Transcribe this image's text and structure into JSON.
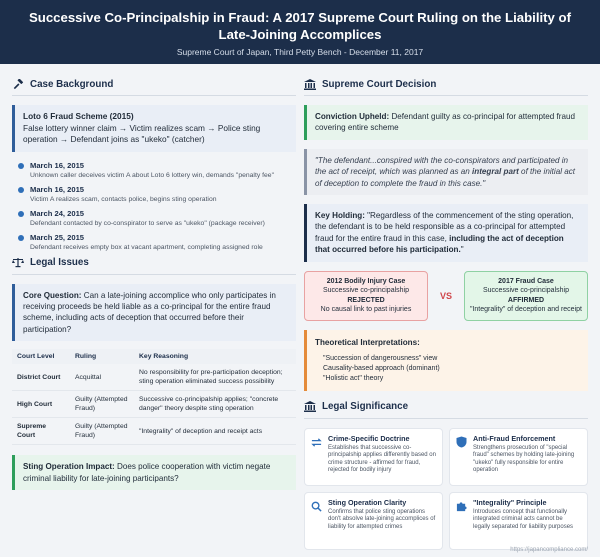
{
  "header": {
    "title": "Successive Co-Principalship in Fraud: A 2017 Supreme Court Ruling on the Liability of Late-Joining Accomplices",
    "subtitle": "Supreme Court of Japan, Third Petty Bench - December 11, 2017"
  },
  "background": {
    "heading": "Case Background",
    "scheme_title": "Loto 6 Fraud Scheme (2015)",
    "scheme_text": "False lottery winner claim → Victim realizes scam → Police sting operation → Defendant joins as \"ukeko\" (catcher)",
    "timeline": [
      {
        "date": "March 16, 2015",
        "text": "Unknown caller deceives victim A about Loto 6 lottery win, demands \"penalty fee\""
      },
      {
        "date": "March 16, 2015",
        "text": "Victim A realizes scam, contacts police, begins sting operation"
      },
      {
        "date": "March 24, 2015",
        "text": "Defendant contacted by co-conspirator to serve as \"ukeko\" (package receiver)"
      },
      {
        "date": "March 25, 2015",
        "text": "Defendant receives empty box at vacant apartment, completing assigned role"
      }
    ]
  },
  "issues": {
    "heading": "Legal Issues",
    "core_label": "Core Question:",
    "core_text": "Can a late-joining accomplice who only participates in receiving proceeds be held liable as a co-principal for the entire fraud scheme, including acts of deception that occurred before their participation?",
    "columns": [
      "Court Level",
      "Ruling",
      "Key Reasoning"
    ],
    "rows": [
      {
        "level": "District Court",
        "ruling": "Acquittal",
        "reason": "No responsibility for pre-participation deception; sting operation eliminated success possibility"
      },
      {
        "level": "High Court",
        "ruling": "Guilty (Attempted Fraud)",
        "reason": "Successive co-principalship applies; \"concrete danger\" theory despite sting operation"
      },
      {
        "level": "Supreme Court",
        "ruling": "Guilty (Attempted Fraud)",
        "reason": "\"Integrality\" of deception and receipt acts"
      }
    ],
    "sting_label": "Sting Operation Impact:",
    "sting_text": "Does police cooperation with victim negate criminal liability for late-joining participants?"
  },
  "decision": {
    "heading": "Supreme Court Decision",
    "upheld_label": "Conviction Upheld:",
    "upheld_text": "Defendant guilty as co-principal for attempted fraud covering entire scheme",
    "quote_a": "\"The defendant...conspired with the co-conspirators and participated in the act of receipt, which was planned as an ",
    "quote_b": "integral part",
    "quote_c": " of the initial act of deception to complete the fraud in this case.\"",
    "holding_label": "Key Holding:",
    "holding_a": "\"Regardless of the commencement of the sting operation, the defendant is to be held responsible as a co-principal for attempted fraud for the entire fraud in this case, ",
    "holding_b": "including the act of deception that occurred before his participation.",
    "holding_c": "\""
  },
  "comparison": {
    "left": {
      "title": "2012 Bodily Injury Case",
      "l1": "Successive co-principalship",
      "l2": "REJECTED",
      "l3": "No causal link to past injuries"
    },
    "vs": "VS",
    "right": {
      "title": "2017 Fraud Case",
      "l1": "Successive co-principalship",
      "l2": "AFFIRMED",
      "l3": "\"Integrality\" of deception and receipt"
    }
  },
  "theory": {
    "title": "Theoretical Interpretations:",
    "items": [
      "\"Succession of dangerousness\" view",
      "Causality-based approach (dominant)",
      "\"Holistic act\" theory"
    ]
  },
  "significance": {
    "heading": "Legal Significance",
    "cards": [
      {
        "title": "Crime-Specific Doctrine",
        "text": "Establishes that successive co-principalship applies differently based on crime structure - affirmed for fraud, rejected for bodily injury",
        "icon": "exchange-icon"
      },
      {
        "title": "Anti-Fraud Enforcement",
        "text": "Strengthens prosecution of \"special fraud\" schemes by holding late-joining \"ukeko\" fully responsible for entire operation",
        "icon": "shield-icon"
      },
      {
        "title": "Sting Operation Clarity",
        "text": "Confirms that police sting operations don't absolve late-joining accomplices of liability for attempted crimes",
        "icon": "search-icon"
      },
      {
        "title": "\"Integrality\" Principle",
        "text": "Introduces concept that functionally integrated criminal acts cannot be legally separated for liability purposes",
        "icon": "puzzle-icon"
      }
    ]
  },
  "footer": "https://japancompliance.com/",
  "colors": {
    "navy": "#1c2e4a",
    "blue": "#2f5d9a",
    "green": "#2e9e5b",
    "red": "#d0464b",
    "orange": "#e48b3a"
  }
}
